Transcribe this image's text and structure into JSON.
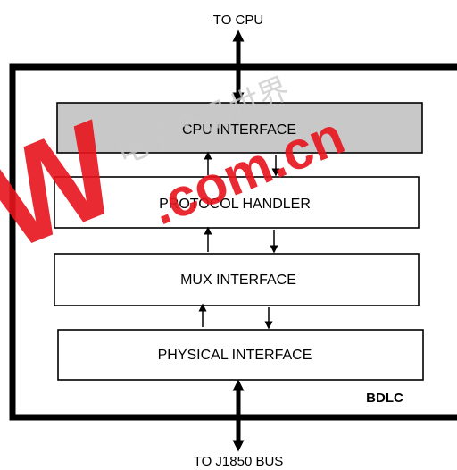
{
  "diagram": {
    "top_label": "TO CPU",
    "bottom_label": "TO J1850 BUS",
    "container_label": "BDLC",
    "blocks": [
      {
        "label": "CPU INTERFACE",
        "fill": "#c8c8c8"
      },
      {
        "label": "PROTOCOL HANDLER",
        "fill": "#ffffff"
      },
      {
        "label": "MUX INTERFACE",
        "fill": "#ffffff"
      },
      {
        "label": "PHYSICAL INTERFACE",
        "fill": "#ffffff"
      }
    ]
  },
  "watermark": {
    "text_cn": "电子产品世界",
    "text_url": ".com.cn",
    "text_left": "W",
    "color": "#e8141c"
  }
}
